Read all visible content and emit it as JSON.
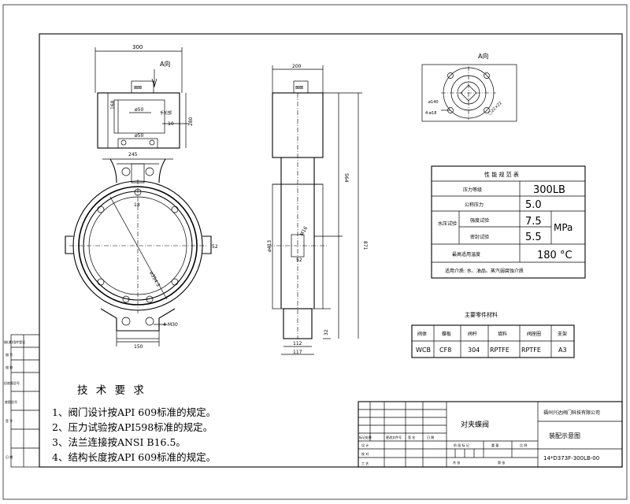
{
  "drawing": {
    "view_a_label": "A向",
    "dims": {
      "top_width": "300",
      "actuator_height": "280",
      "d168": "168",
      "d50a": "ø50",
      "d50b": "ø50",
      "handwheel": "手轮部",
      "d10": "10",
      "d245": "245",
      "d18": "18",
      "d52_right": "52",
      "bore": "ø354.3",
      "bolt": "4-M30",
      "d150": "150",
      "side_width": "200",
      "d564": "564",
      "d871": "871",
      "d413": "ø413",
      "m16": "M16",
      "d52_side": "52",
      "d32": "32",
      "d112": "112",
      "d117": "117",
      "flange_140": "ø140",
      "flange_holes": "4-ø18",
      "sq": "□22×22"
    }
  },
  "perf_table": {
    "title": "性 能 规 范 表",
    "rows": [
      {
        "label": "压力等级",
        "value": "300LB"
      },
      {
        "label": "公称压力",
        "value": "5.0"
      },
      {
        "group": "水压试验",
        "label": "强度试验",
        "value": "7.5",
        "unit": "MPa"
      },
      {
        "label": "密封试验",
        "value": "5.5"
      },
      {
        "label": "最高适用温度",
        "value": "180 °C"
      }
    ],
    "medium": "适用介质:  水、油品、蒸汽弱腐蚀介质"
  },
  "material_table": {
    "title": "主要零件材料",
    "headers": [
      "阀体",
      "蝶板",
      "阀杆",
      "填料",
      "阀座圈",
      "支架"
    ],
    "values": [
      "WCB",
      "CF8",
      "304",
      "RPTFE",
      "RPTFE",
      "A3"
    ]
  },
  "tech_requirements": {
    "title": "技 术 要 求",
    "items": [
      "1、阀门设计按API 609标准的规定。",
      "2、压力试验按API598标准的规定。",
      "3、法兰连接按ANSI B16.5。",
      "4、结构长度按API 609标准的规定。"
    ]
  },
  "title_block": {
    "company": "福州兴达阀门科技有限公司",
    "product": "对夹蝶阀",
    "drawing_name": "装配示意图",
    "drawing_no": "14*D373F-300LB-00",
    "labels": {
      "design": "设 计",
      "check": "校 对",
      "process": "工 艺",
      "mark": "标记处数",
      "change_no": "更改文件号",
      "signature": "签 名",
      "date": "日 期",
      "stage": "阶 段 标 记",
      "weight": "重 量",
      "scale": "比 例",
      "sheets": "共   张",
      "sheet": "第   张"
    }
  },
  "side_strip": {
    "items": [
      "借(通)用件登记",
      "描  写",
      "描  校",
      "旧底图总号",
      "底图总号",
      "签  字",
      "日  期"
    ]
  }
}
